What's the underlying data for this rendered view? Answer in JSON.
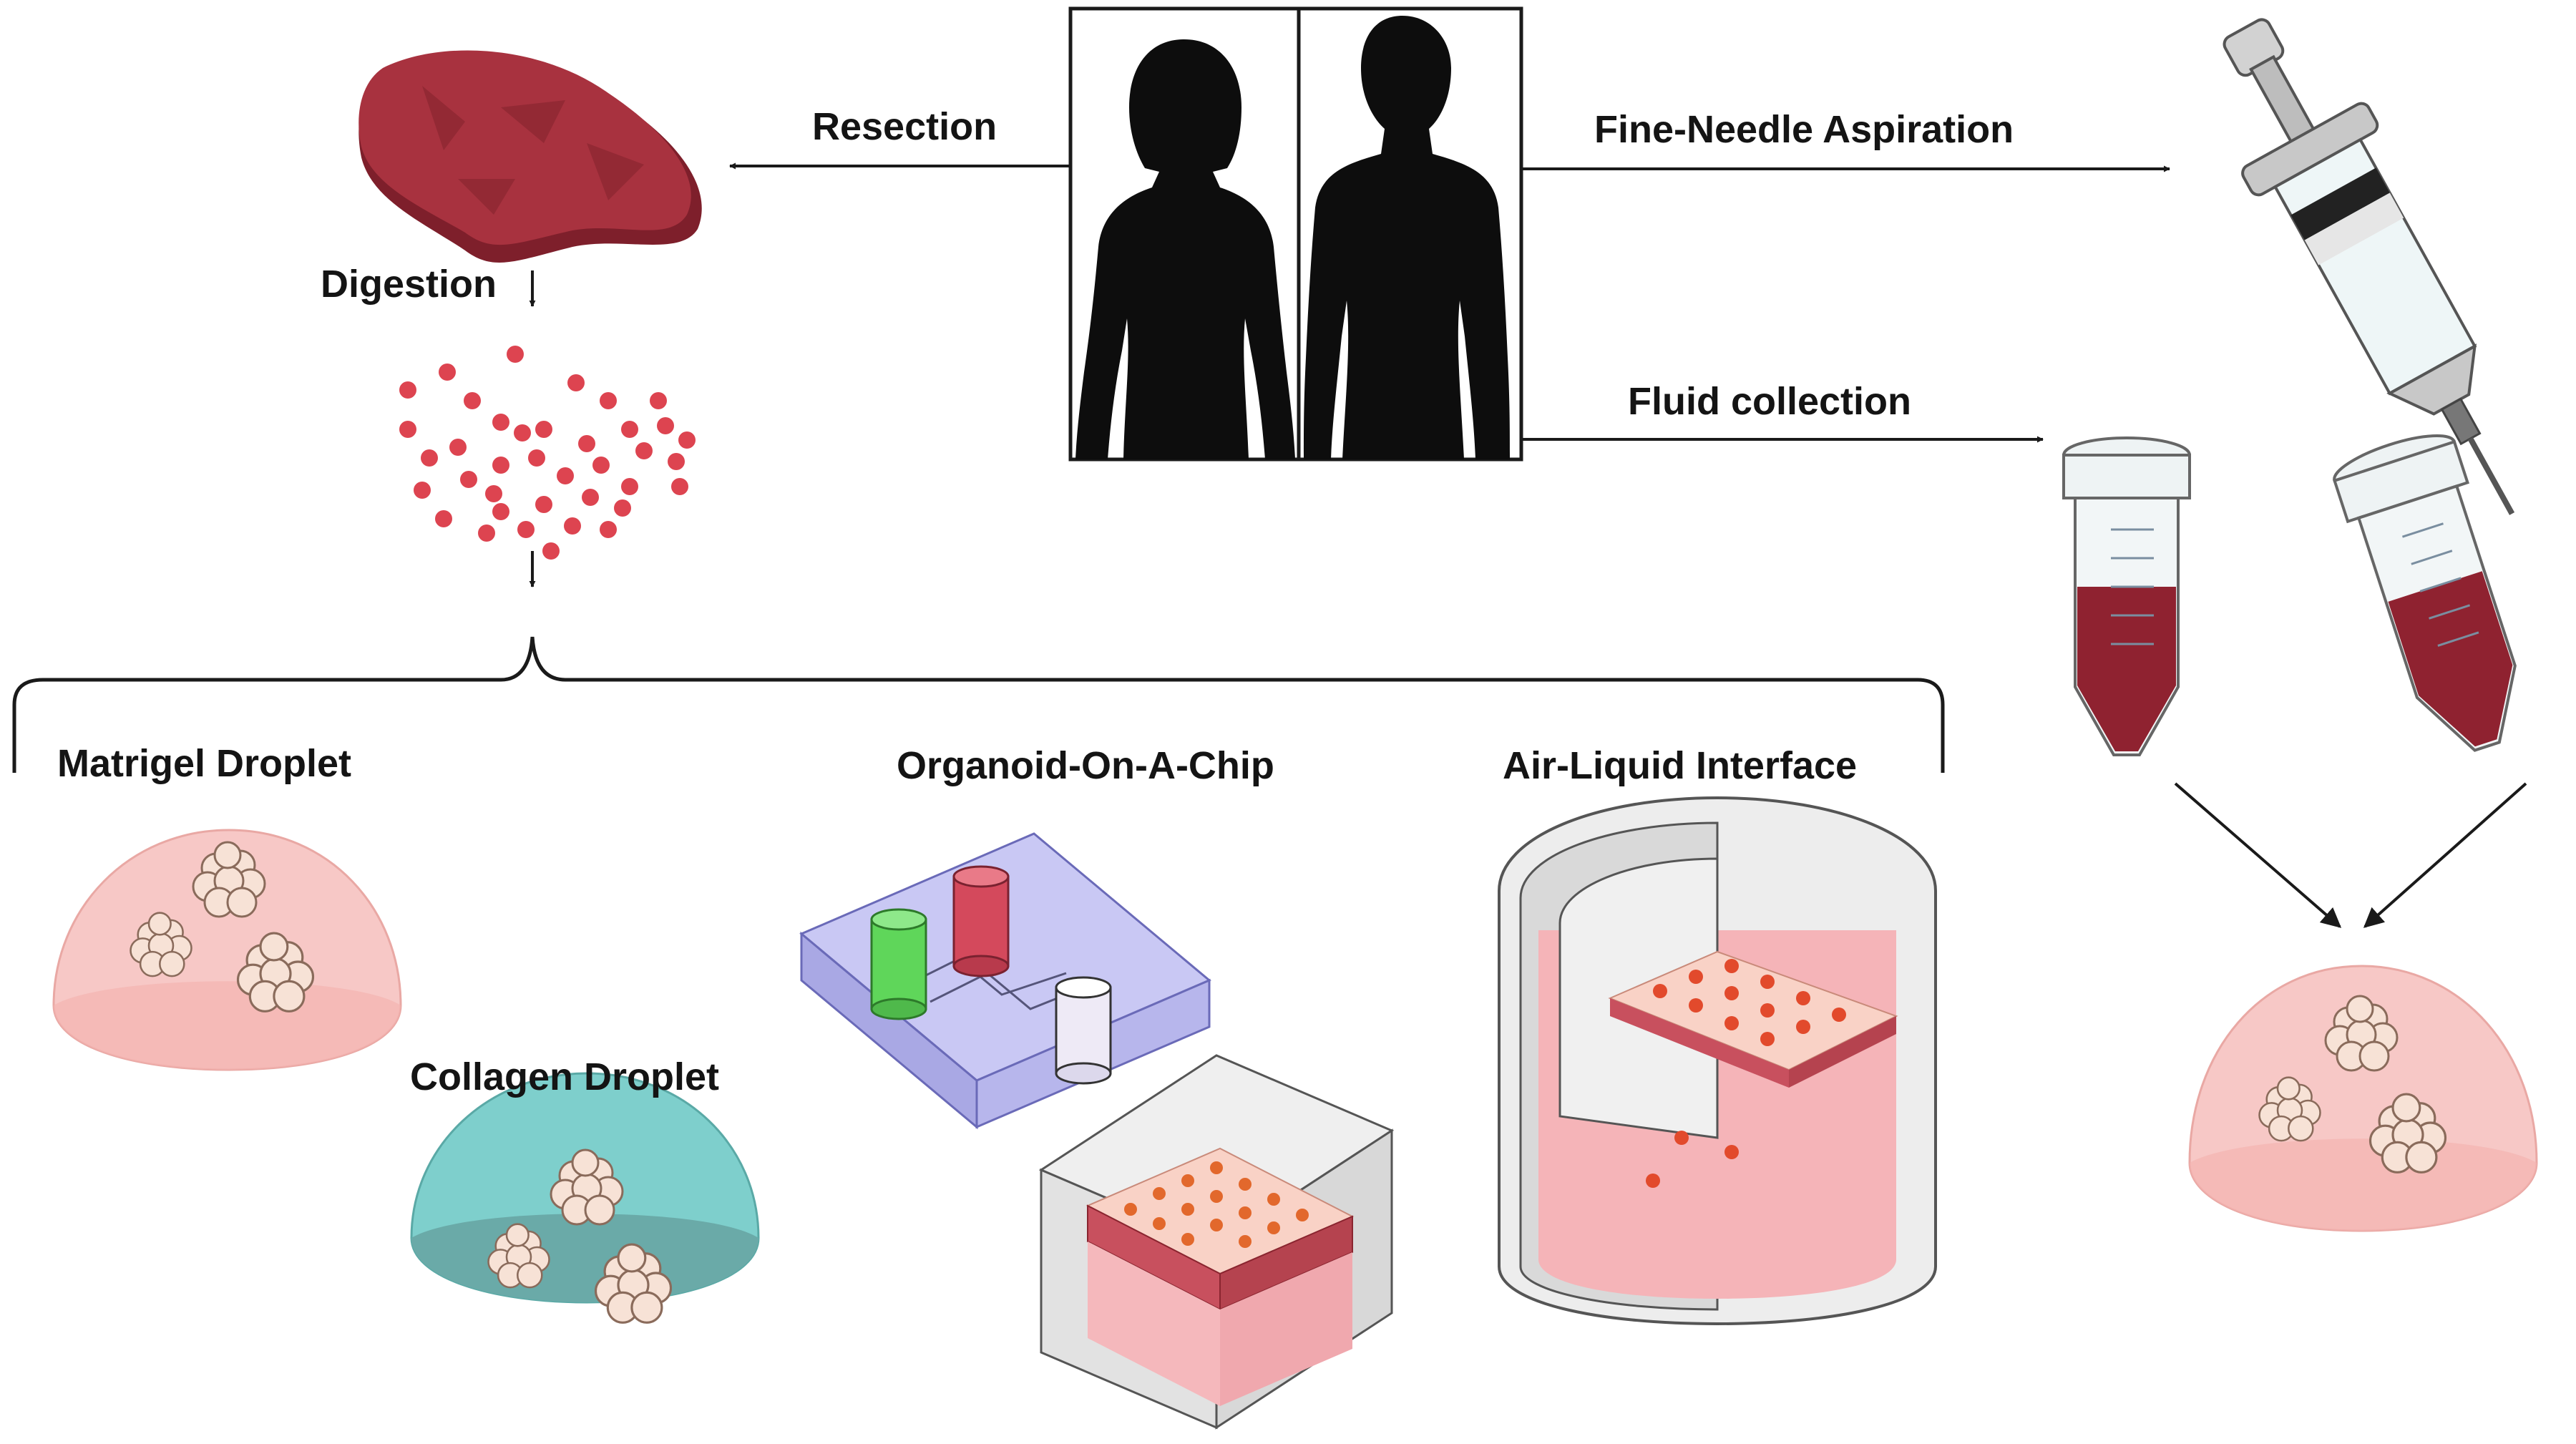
{
  "labels": {
    "resection": "Resection",
    "fine_needle_aspiration": "Fine-Needle Aspiration",
    "digestion": "Digestion",
    "fluid_collection": "Fluid collection",
    "matrigel_droplet": "Matrigel Droplet",
    "organoid_on_a_chip": "Organoid-On-A-Chip",
    "air_liquid_interface": "Air-Liquid Interface",
    "collagen_droplet": "Collagen Droplet"
  },
  "colors": {
    "tissue": "#a8323f",
    "tissue_dark": "#7e1f2b",
    "cells": "#dd4450",
    "matrigel": "#f7c8c6",
    "collagen": "#7ecfcc",
    "collagen_dark": "#6aaaa8",
    "chip": "#b9b8ef",
    "chip_green": "#5fd65a",
    "chip_red": "#d4495c",
    "blood": "#8f2230",
    "ali_red": "#e24a2c",
    "ali_pink": "#f5b4b8"
  },
  "icons": [
    "tissue-icon",
    "human-silhouette-icon",
    "syringe-icon",
    "conical-tube-icon",
    "cell-cluster-icon"
  ]
}
